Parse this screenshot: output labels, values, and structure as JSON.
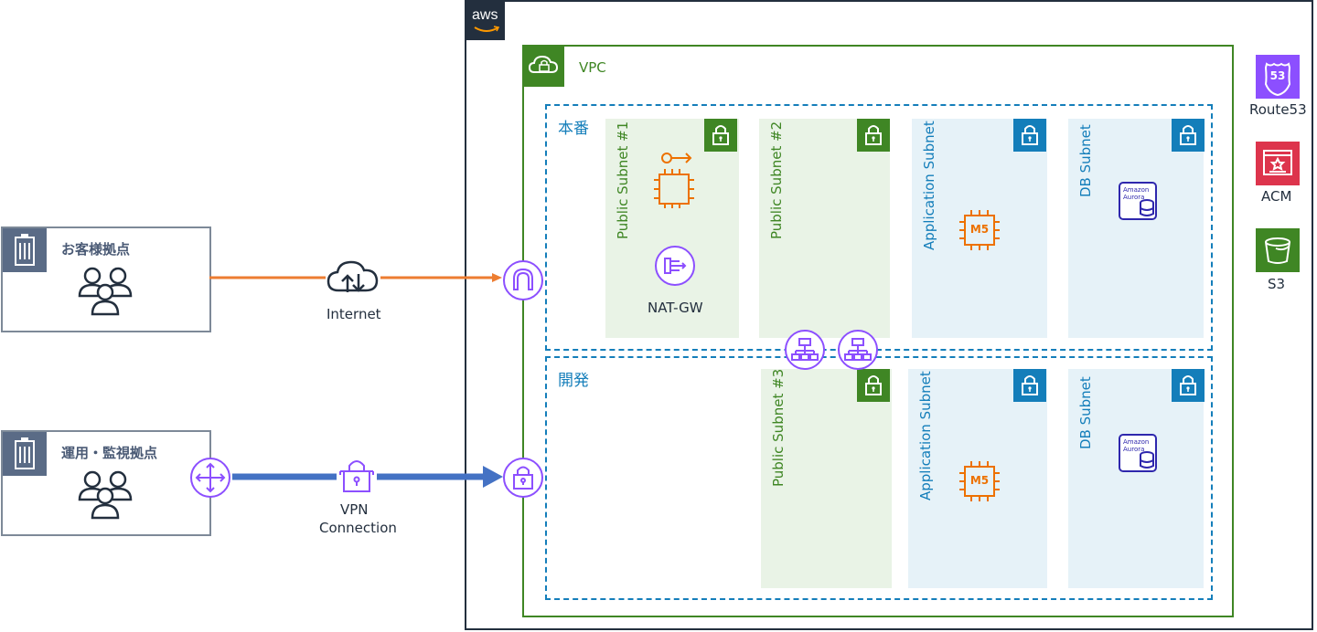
{
  "sites": {
    "customer": {
      "title": "お客様拠点",
      "icon": "office-building-icon"
    },
    "ops": {
      "title": "運用・監視拠点",
      "icon": "office-building-icon"
    }
  },
  "connections": {
    "internet": "Internet",
    "vpn_line1": "VPN",
    "vpn_line2": "Connection"
  },
  "aws": {
    "logo": "aws"
  },
  "vpc": {
    "label": "VPC"
  },
  "environments": {
    "prod": {
      "label": "本番",
      "subnets": {
        "public1": "Public Subnet #1",
        "public2": "Public Subnet #2",
        "app": "Application Subnet",
        "db": "DB Subnet"
      },
      "nat_label": "NAT-GW"
    },
    "dev": {
      "label": "開発",
      "subnets": {
        "public3": "Public Subnet #3",
        "app": "Application Subnet",
        "db": "DB Subnet"
      }
    }
  },
  "instances": {
    "ec2_type": "M5",
    "aurora_line1": "Amazon",
    "aurora_line2": "Aurora"
  },
  "services": {
    "route53": {
      "label": "Route53",
      "badge": "53"
    },
    "acm": {
      "label": "ACM"
    },
    "s3": {
      "label": "S3"
    }
  },
  "colors": {
    "aws_dark": "#232f3e",
    "vpc_green": "#3f8624",
    "subnet_blue": "#147eba",
    "internet_line": "#ed7d31",
    "vpn_line": "#4472c4",
    "gateway_purple": "#8c4fff",
    "ec2_orange": "#ed7100",
    "route53_purple": "#8c4fff",
    "acm_red": "#dd344c",
    "s3_green": "#3f8624"
  }
}
